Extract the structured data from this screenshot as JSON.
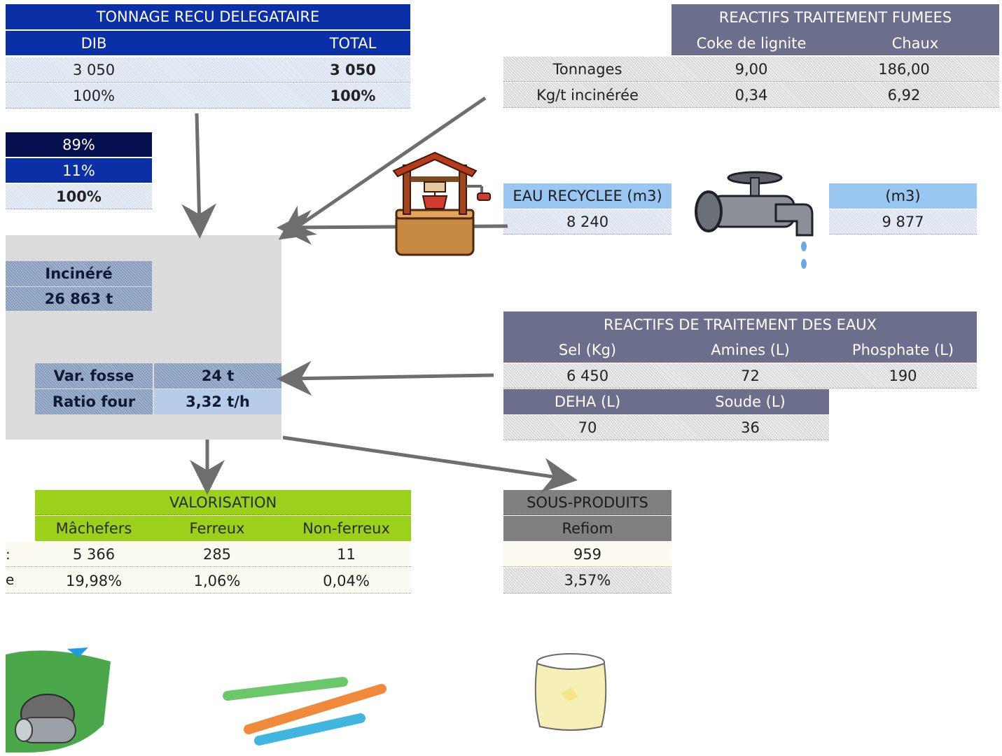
{
  "tonnage": {
    "title": "TONNAGE RECU DELEGATAIRE",
    "col_dib": "DIB",
    "col_total": "TOTAL",
    "dib_value": "3 050",
    "total_value": "3 050",
    "dib_pct": "100%",
    "total_pct": "100%"
  },
  "split": {
    "pct_a": "89%",
    "pct_b": "11%",
    "pct_total": "100%"
  },
  "furnace": {
    "incinere_label": "Incinéré",
    "incinere_value": "26 863 t",
    "var_fosse_label": "Var. fosse",
    "var_fosse_value": "24 t",
    "ratio_four_label": "Ratio four",
    "ratio_four_value": "3,32 t/h"
  },
  "fumees": {
    "title": "REACTIFS TRAITEMENT FUMEES",
    "col_coke": "Coke de lignite",
    "col_chaux": "Chaux",
    "row1_label": "Tonnages",
    "row1_coke": "9,00",
    "row1_chaux": "186,00",
    "row2_label": "Kg/t incinérée",
    "row2_coke": "0,34",
    "row2_chaux": "6,92"
  },
  "eau": {
    "recyclee_label": "EAU RECYCLEE (m3)",
    "recyclee_value": "8 240",
    "reseau_label": "(m3)",
    "reseau_value": "9 877"
  },
  "eaux_reactifs": {
    "title": "REACTIFS DE TRAITEMENT DES EAUX",
    "col_sel": "Sel (Kg)",
    "col_amines": "Amines (L)",
    "col_phosphate": "Phosphate (L)",
    "sel_value": "6 450",
    "amines_value": "72",
    "phosphate_value": "190",
    "col_deha": "DEHA (L)",
    "col_soude": "Soude (L)",
    "deha_value": "70",
    "soude_value": "36"
  },
  "valorisation": {
    "title": "VALORISATION",
    "col_machefers": "Mâchefers",
    "col_ferreux": "Ferreux",
    "col_nonferreux": "Non-ferreux",
    "row1_cut_label": ":",
    "machefers_value": "5 366",
    "ferreux_value": "285",
    "nonferreux_value": "11",
    "row2_cut_label": "e",
    "machefers_pct": "19,98%",
    "ferreux_pct": "1,06%",
    "nonferreux_pct": "0,04%"
  },
  "sous_produits": {
    "title": "SOUS-PRODUITS",
    "col_refiom": "Refiom",
    "refiom_value": "959",
    "refiom_pct": "3,57%"
  },
  "icons": {
    "well": "well-icon",
    "faucet": "faucet-icon",
    "slag": "slag-pipes-icon",
    "tubes": "metal-tubes-icon",
    "sack": "powder-sack-icon"
  }
}
